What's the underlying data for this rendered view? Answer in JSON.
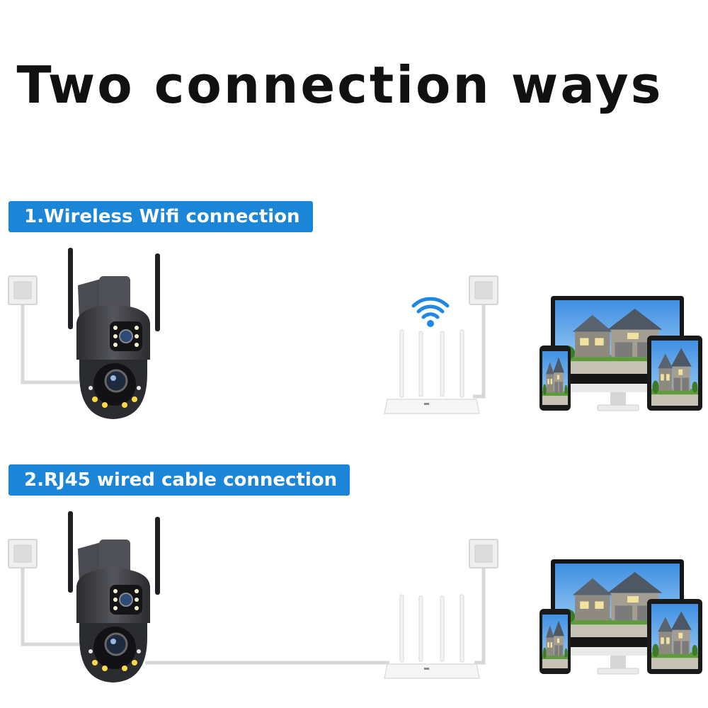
{
  "title": "Two connection ways",
  "sections": [
    {
      "label": "1.Wireless Wifi connection"
    },
    {
      "label": "2.RJ45 wired cable connection"
    }
  ],
  "colors": {
    "banner": "#1b86d8",
    "wifi": "#1e88e5",
    "camera_body": "#3c3d42",
    "router": "#f4f4f4",
    "cable": "#d8d8d8"
  },
  "icons": [
    "power-outlet-icon",
    "ptz-camera-icon",
    "wifi-icon",
    "router-icon",
    "monitor-icon",
    "phone-icon",
    "tablet-icon"
  ]
}
